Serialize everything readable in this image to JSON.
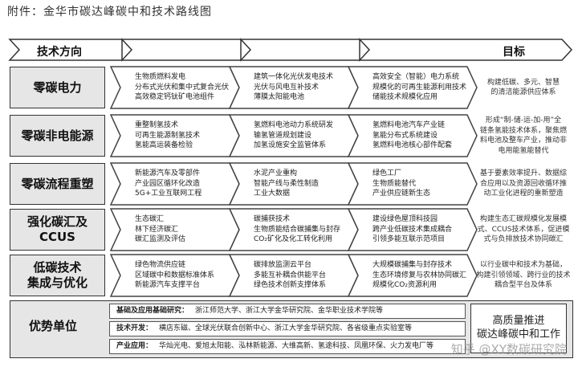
{
  "title": "附件：金华市碳达峰碳中和技术路线图",
  "header": {
    "label": "技术方向",
    "goal": "目标"
  },
  "rows": [
    {
      "label_lines": [
        "零碳电力"
      ],
      "cells": [
        [
          "生物质燃料发电",
          "分布式光伏和集中式复合光伏",
          "高效稳定钙钛矿电池组件"
        ],
        [
          "建筑一体化光伏发电技术",
          "光伏与风电互补技术",
          "薄膜太阳能电池"
        ],
        [
          "高效安全（智能）电力系统",
          "规模化的可再生能源利用技术",
          "储能技术规模化应用"
        ]
      ],
      "goal": [
        "构建低碳、多元、智慧",
        "的清洁能源供应体系"
      ]
    },
    {
      "label_lines": [
        "零碳非电能源"
      ],
      "cells": [
        [
          "重整制氢技术",
          "可再生能源制氢技术",
          "氢能高运装备检验"
        ],
        [
          "氢燃料电池动力系统研发",
          "输氢管道规划建设",
          "加氢设施安全监管体系"
        ],
        [
          "氢燃料电池汽车产业链",
          "氢能分布式系统建设",
          "氢燃料电池核心部件配套"
        ]
      ],
      "goal": [
        "形成“制-储-运-加-用”全",
        "链条氢能技术体系，聚焦燃",
        "料电池及整车产业，推动非",
        "电用能氢能替代"
      ]
    },
    {
      "label_lines": [
        "零碳流程重塑"
      ],
      "cells": [
        [
          "新能源汽车及零部件",
          "产业园区循环化改造",
          "5G+工业互联网工程"
        ],
        [
          "水泥产业重构",
          "智能产线与柔性制造",
          "工业大数据"
        ],
        [
          "绿色工厂",
          "生物质能替代",
          "产业供应链新生态"
        ]
      ],
      "goal": [
        "基于要素效率提升、数据综",
        "合应用以及资源回收循环推",
        "动工业化进程的重新塑造"
      ]
    },
    {
      "label_lines": [
        "强化碳汇及",
        "CCUS"
      ],
      "cells": [
        [
          "生态碳汇",
          "林下经济碳汇",
          "碳汇监测及评估"
        ],
        [
          "碳捕获技术",
          "生物质能结合碳捕集与封存",
          "CO₂矿化及化工转化利用"
        ],
        [
          "建设绿色屋顶科技园",
          "跨产业低碳技术集成耦合",
          "引领多能互联示范项目"
        ]
      ],
      "goal": [
        "构建生态汇碳规模化发展模",
        "式、CCUS技术体系，促进模",
        "式与负排放技术协同碳汇"
      ]
    },
    {
      "label_lines": [
        "低碳技术",
        "集成与优化"
      ],
      "cells": [
        [
          "绿色物流供应链",
          "区域碳中和数据标准体系",
          "新能源汽车支撑平台"
        ],
        [
          "碳排放监测云平台",
          "多能互补耦合供能平台",
          "绿色技术创新支撑体系"
        ],
        [
          "大规模碳捕集与封存技术",
          "生态环境修复与农林协同碳汇",
          "规模化CO₂资源利用"
        ]
      ],
      "goal": [
        "以行业碳中和技术为基础，",
        "构建引领领域、跨行业的技术",
        "耦合型平台及体系"
      ]
    }
  ],
  "advantage": {
    "title": "优势单位",
    "items": [
      {
        "label": "基础及应用基础研究：",
        "text": "浙江师范大学、浙江大学金华研究院、金华职业技术学院等"
      },
      {
        "label": "技术开发：",
        "text": "横店东磁、全球光伏联合创新中心、浙江大学金华研究院、各省级重点实验室等"
      },
      {
        "label": "产业应用：",
        "text": "华灿光电、爱旭太阳能、泓林新能源、大维高新、氢途科技、凤凰环保、火力发电厂等"
      }
    ],
    "right_lines": [
      "高质量推进",
      "碳达峰碳中和工作"
    ]
  },
  "watermark": "知乎 @XY数碳研究院"
}
